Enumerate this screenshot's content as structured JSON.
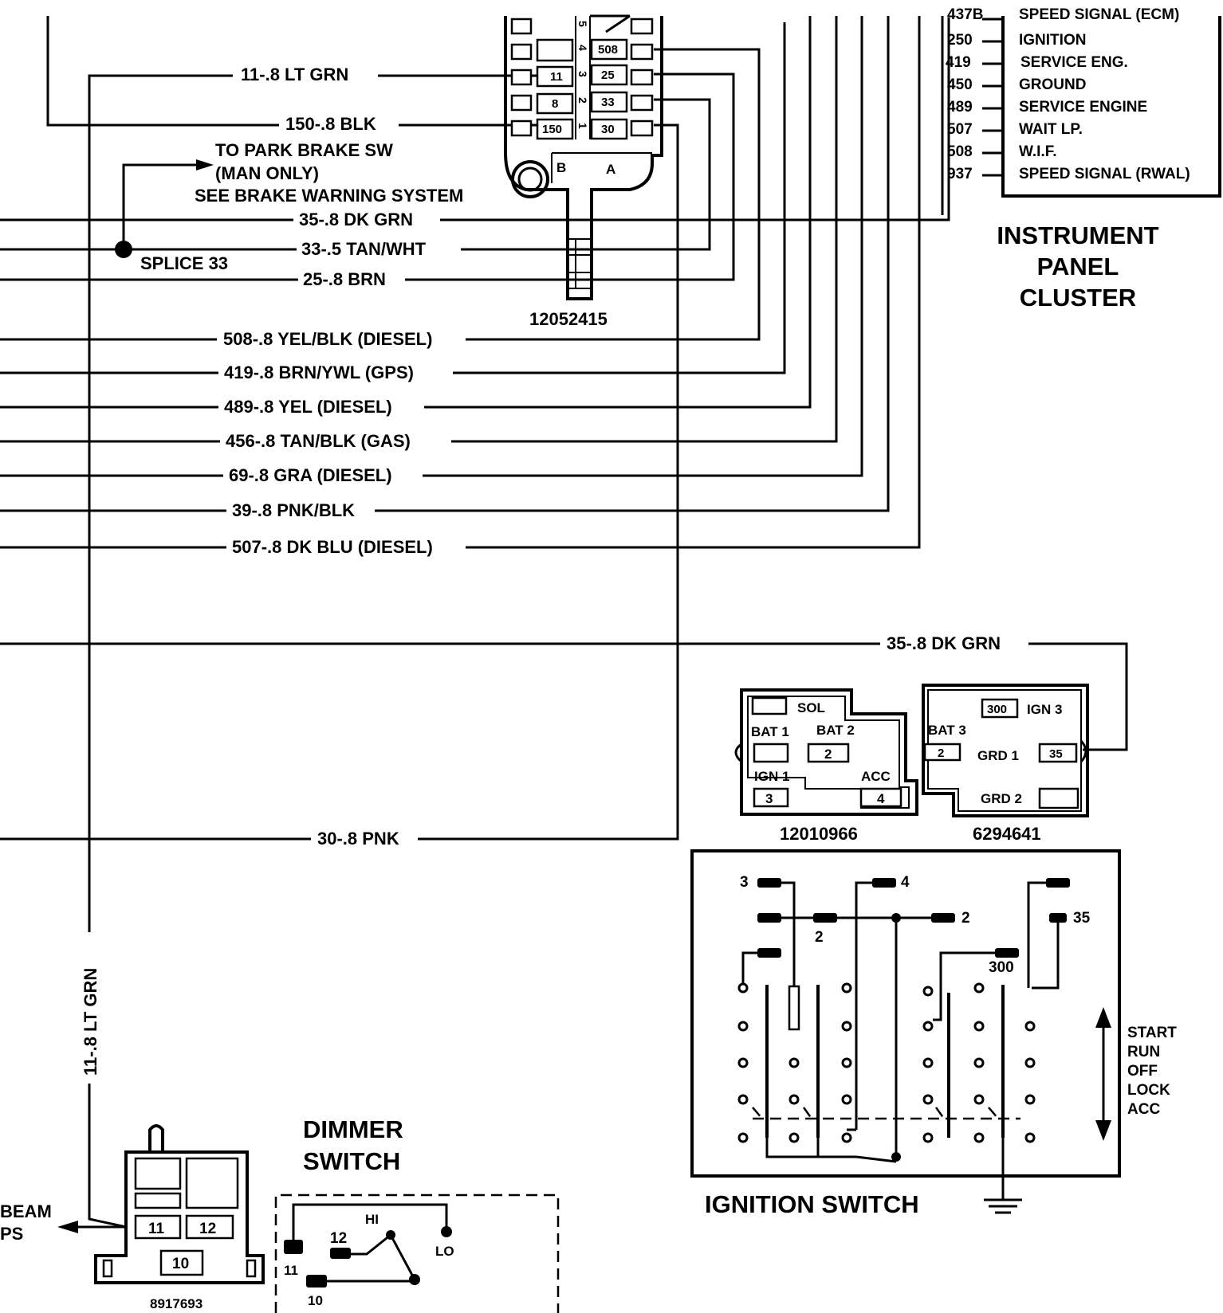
{
  "wires": [
    {
      "id": "w11",
      "label": "11-.8 LT GRN"
    },
    {
      "id": "w150",
      "label": "150-.8 BLK"
    },
    {
      "id": "w35",
      "label": "35-.8 DK GRN"
    },
    {
      "id": "w33",
      "label": "33-.5 TAN/WHT"
    },
    {
      "id": "w25",
      "label": "25-.8 BRN"
    },
    {
      "id": "w508",
      "label": "508-.8 YEL/BLK (DIESEL)"
    },
    {
      "id": "w419",
      "label": "419-.8 BRN/YWL (GPS)"
    },
    {
      "id": "w489",
      "label": "489-.8 YEL (DIESEL)"
    },
    {
      "id": "w456",
      "label": "456-.8 TAN/BLK (GAS)"
    },
    {
      "id": "w69",
      "label": "69-.8 GRA (DIESEL)"
    },
    {
      "id": "w39",
      "label": "39-.8 PNK/BLK"
    },
    {
      "id": "w507",
      "label": "507-.8 DK BLU (DIESEL)"
    },
    {
      "id": "w35b",
      "label": "35-.8 DK GRN"
    },
    {
      "id": "w30",
      "label": "30-.8 PNK"
    },
    {
      "id": "w11v",
      "label": "11-.8 LT GRN"
    }
  ],
  "park_brake_note": [
    "TO PARK BRAKE SW",
    "(MAN ONLY)",
    "SEE BRAKE WARNING SYSTEM"
  ],
  "splice_label": "SPLICE 33",
  "column_connector": {
    "part_number": "12052415",
    "right_cavities": [
      "508",
      "25",
      "33",
      "30"
    ],
    "left_cavities": [
      "11",
      "8",
      "150"
    ],
    "cavity_numbers": [
      "5",
      "4",
      "3",
      "2",
      "1"
    ],
    "letters": [
      "B",
      "A"
    ]
  },
  "cluster_legend": [
    {
      "circuit": "437B",
      "function": "SPEED SIGNAL (ECM)"
    },
    {
      "circuit": "250",
      "function": "IGNITION"
    },
    {
      "circuit": "419",
      "function": "SERVICE ENG."
    },
    {
      "circuit": "450",
      "function": "GROUND"
    },
    {
      "circuit": "489",
      "function": "SERVICE ENGINE"
    },
    {
      "circuit": "507",
      "function": "WAIT LP."
    },
    {
      "circuit": "508",
      "function": "W.I.F."
    },
    {
      "circuit": "937",
      "function": "SPEED SIGNAL (RWAL)"
    }
  ],
  "cluster_title": [
    "INSTRUMENT",
    "PANEL",
    "CLUSTER"
  ],
  "connector_12010966": {
    "part_number": "12010966",
    "labels": [
      "SOL",
      "BAT 1",
      "BAT 2",
      "IGN 1",
      "ACC"
    ],
    "pins": [
      "2",
      "3",
      "4"
    ]
  },
  "connector_6294641": {
    "part_number": "6294641",
    "labels": [
      "IGN 3",
      "BAT 3",
      "GRD 1",
      "GRD 2"
    ],
    "pins": [
      "300",
      "2",
      "35"
    ]
  },
  "ignition_switch": {
    "title": "IGNITION SWITCH",
    "terminals": [
      "3",
      "4",
      "2",
      "2",
      "35",
      "300"
    ],
    "positions": [
      "START",
      "RUN",
      "OFF",
      "LOCK",
      "ACC"
    ]
  },
  "dimmer_switch": {
    "title": [
      "DIMMER",
      "SWITCH"
    ],
    "terminals": [
      "HI",
      "12",
      "LO",
      "11",
      "10"
    ]
  },
  "dimmer_connector": {
    "part_number": "8917693",
    "pins": [
      "11",
      "12",
      "10"
    ]
  },
  "beam_note": [
    "BEAM",
    "PS"
  ]
}
